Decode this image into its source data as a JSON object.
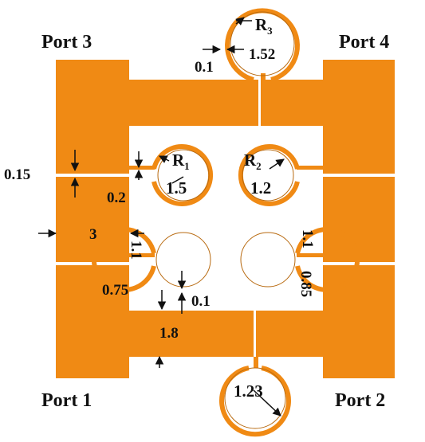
{
  "colors": {
    "metal": "#f08a14",
    "background": "#ffffff",
    "annotation": "#111111"
  },
  "ports": {
    "p1": "Port 1",
    "p2": "Port 2",
    "p3": "Port 3",
    "p4": "Port 4"
  },
  "dimensions": {
    "d_015": "0.15",
    "d_02": "0.2",
    "d_3": "3",
    "d_11_left": "1.1",
    "d_075": "0.75",
    "d_01_bottom": "0.1",
    "d_18": "1.8",
    "d_01_top": "0.1",
    "d_152": "1.52",
    "d_11_right": "1.1",
    "d_085": "0.85"
  },
  "resonators": {
    "r1_letter": "R",
    "r1_sub": "1",
    "r1_value": "1.5",
    "r2_letter": "R",
    "r2_sub": "2",
    "r2_value": "1.2",
    "r3_letter": "R",
    "r3_sub": "3",
    "bottom_value": "1.23"
  }
}
